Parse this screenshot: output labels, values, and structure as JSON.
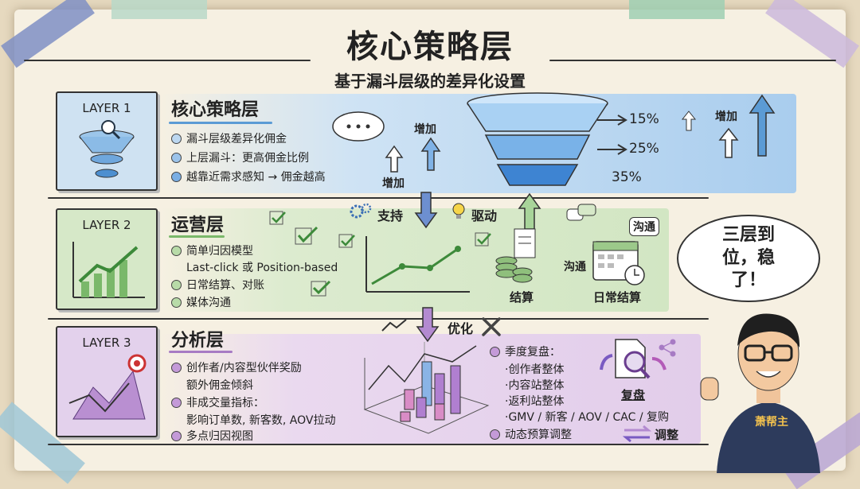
{
  "title": "核心策略层",
  "subtitle": "基于漏斗层级的差异化设置",
  "layers": [
    {
      "card_label": "LAYER 1",
      "heading": "核心策略层",
      "bullets": [
        "漏斗层级差异化佣金",
        "上层漏斗：更高佣金比例",
        "越靠近需求感知 → 佣金越高"
      ],
      "annotations": {
        "increase_1": "增加",
        "increase_2": "增加",
        "increase_3": "增加"
      },
      "funnel_percentages": [
        "15%",
        "25%",
        "35%"
      ],
      "accent": "#5b9bd5"
    },
    {
      "card_label": "LAYER 2",
      "heading": "运营层",
      "bullets": [
        "简单归因模型",
        "Last-click 或 Position-based",
        "日常结算、对账",
        "媒体沟通"
      ],
      "annotations": {
        "support": "支持",
        "drive": "驱动",
        "settlement": "结算",
        "daily_settlement": "日常结算",
        "communicate_1": "沟通",
        "communicate_2": "沟通"
      },
      "accent": "#7ab86a"
    },
    {
      "card_label": "LAYER 3",
      "heading": "分析层",
      "bullets": [
        "创作者/内容型伙伴奖励",
        "额外佣金倾斜",
        "非成交量指标：",
        "影响订单数, 新客数, AOV拉动",
        "多点归因视图"
      ],
      "review": {
        "heading": "季度复盘：",
        "items": [
          "·创作者整体",
          "·内容站整体",
          "·返利站整体",
          "·GMV / 新客 / AOV / CAC / 复购"
        ]
      },
      "budget": "动态预算调整",
      "annotations": {
        "optimize": "优化",
        "review_label": "复盘",
        "adjust": "调整"
      },
      "accent": "#a77bc4"
    }
  ],
  "speech_bubble": "三层到位，稳了！",
  "shirt_text": "萧帮主"
}
